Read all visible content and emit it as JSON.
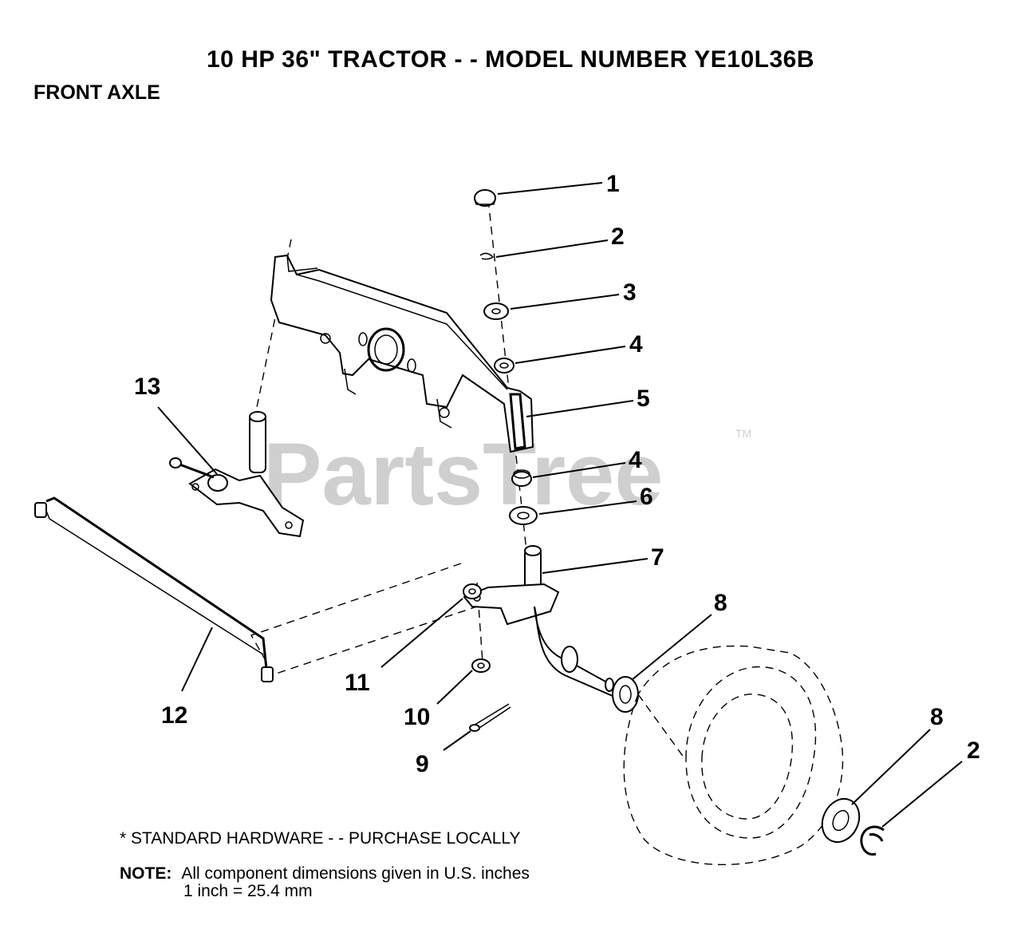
{
  "header": {
    "title": "10 HP 36\" TRACTOR - - MODEL NUMBER YE10L36B",
    "subtitle": "FRONT AXLE"
  },
  "watermark": {
    "text": "PartsTree",
    "trademark": "TM"
  },
  "callouts": [
    "1",
    "2",
    "3",
    "4",
    "5",
    "4",
    "6",
    "7",
    "8",
    "11",
    "10",
    "9",
    "12",
    "13",
    "8",
    "2"
  ],
  "footer": {
    "standard_hardware": "* STANDARD HARDWARE - - PURCHASE LOCALLY",
    "note_label": "NOTE:",
    "note_line1": "All component dimensions given in U.S. inches",
    "note_line2": "1 inch = 25.4 mm"
  }
}
